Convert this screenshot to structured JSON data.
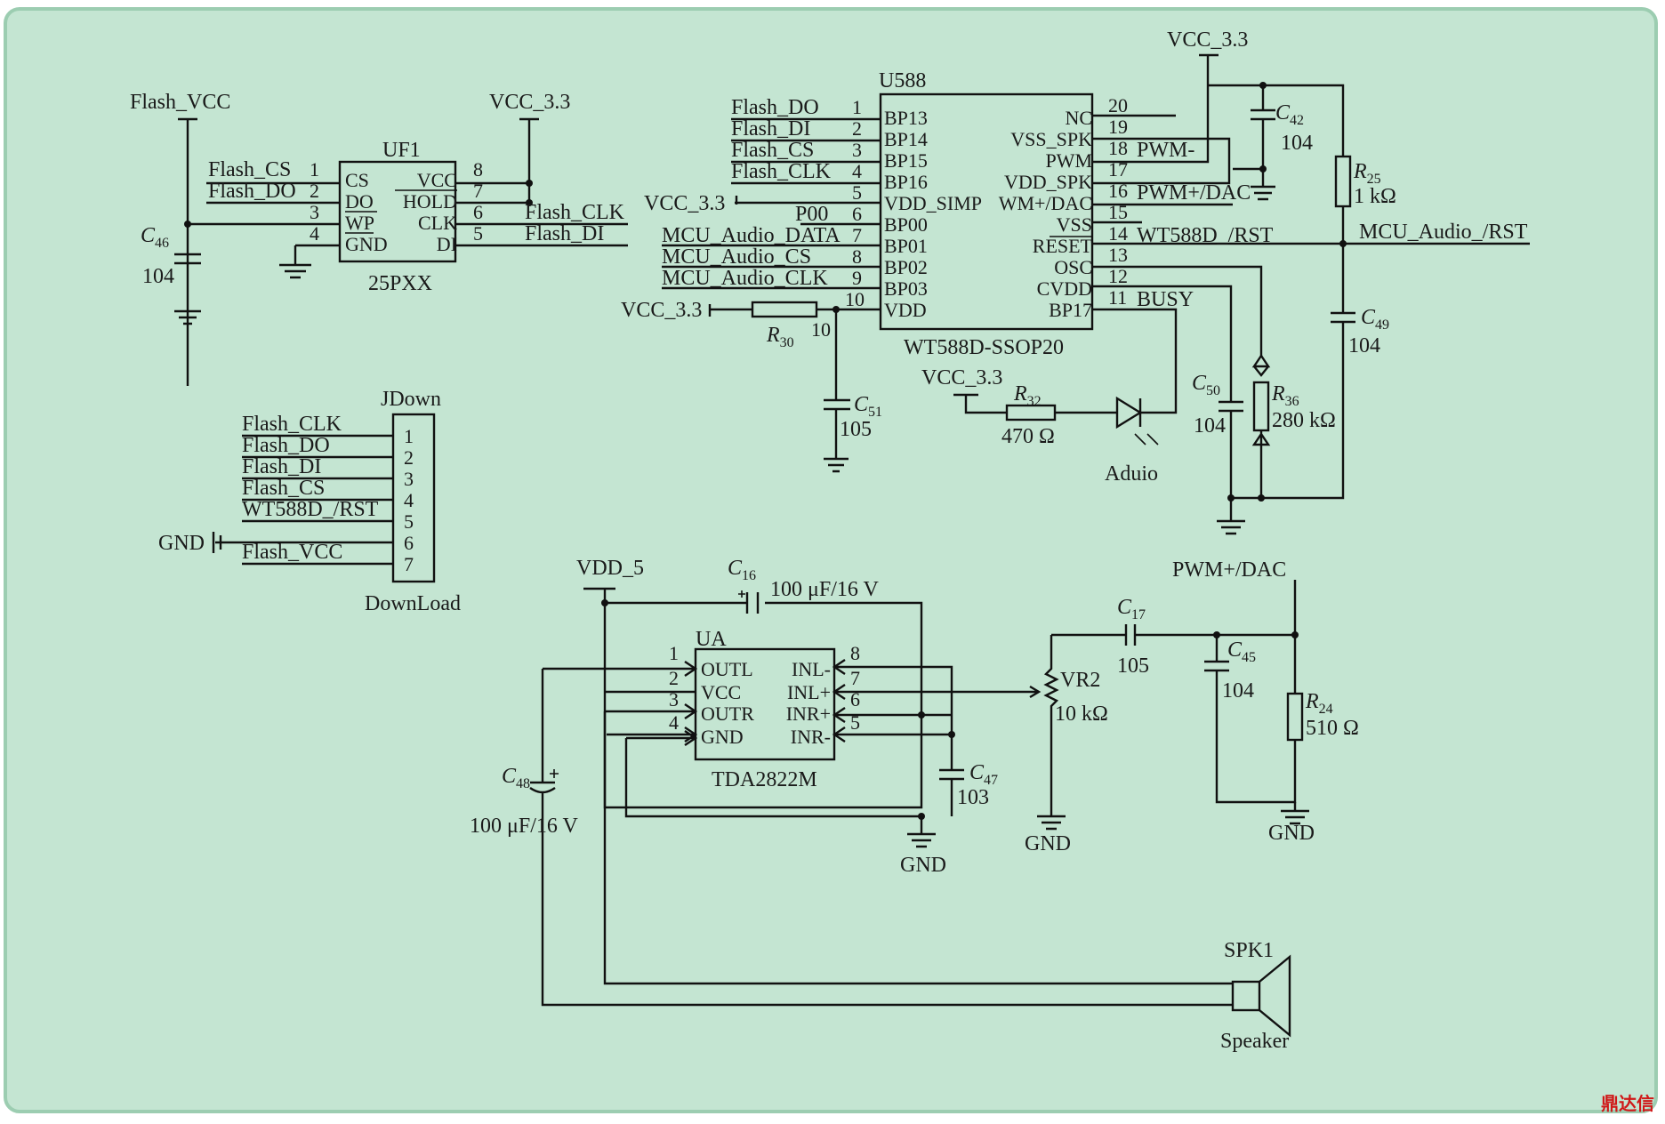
{
  "colors": {
    "background": "#c4e5d2",
    "border": "#9ccdb1",
    "ink": "#111111",
    "watermark": "#d01818"
  },
  "labels": {
    "flash_vcc": "Flash_VCC",
    "vcc33": "VCC_3.3",
    "vdd5": "VDD_5",
    "gnd": "GND",
    "pwm_dac_net": "PWM+/DAC",
    "mcu_rst": "MCU_Audio_/RST",
    "aduio": "Aduio",
    "speaker": "Speaker"
  },
  "uf1": {
    "ref": "UF1",
    "part": "25PXX",
    "left_nets": [
      "Flash_CS",
      "Flash_DO",
      "",
      ""
    ],
    "left_nums": [
      "1",
      "2",
      "3",
      "4"
    ],
    "left_pins": [
      "CS",
      "DO",
      "WP",
      "GND"
    ],
    "right_pins": [
      "VCC",
      "HOLD",
      "CLK",
      "DI"
    ],
    "right_nums": [
      "8",
      "7",
      "6",
      "5"
    ],
    "right_nets": [
      "",
      "",
      "Flash_CLK",
      "Flash_DI"
    ]
  },
  "u588": {
    "ref": "U588",
    "part": "WT588D-SSOP20",
    "left_nets": [
      "Flash_DO",
      "Flash_DI",
      "Flash_CS",
      "Flash_CLK",
      "VCC_3.3",
      "P00",
      "MCU_Audio_DATA",
      "MCU_Audio_CS",
      "MCU_Audio_CLK",
      "VCC_3.3"
    ],
    "left_nums": [
      "1",
      "2",
      "3",
      "4",
      "5",
      "6",
      "7",
      "8",
      "9",
      "10"
    ],
    "left_pins": [
      "BP13",
      "BP14",
      "BP15",
      "BP16",
      "VDD_SIMP",
      "BP00",
      "BP01",
      "BP02",
      "BP03",
      "VDD"
    ],
    "right_pins": [
      "NC",
      "VSS_SPK",
      "PWM",
      "VDD_SPK",
      "WM+/DAC",
      "VSS",
      "RESET",
      "OSC",
      "CVDD",
      "BP17"
    ],
    "right_nums": [
      "20",
      "19",
      "18",
      "17",
      "16",
      "15",
      "14",
      "13",
      "12",
      "11"
    ],
    "right_nets": [
      "",
      "",
      "PWM-",
      "",
      "PWM+/DAC",
      "",
      "WT588D_/RST",
      "",
      "",
      "BUSY"
    ]
  },
  "jdown": {
    "ref": "JDown",
    "part": "DownLoad",
    "nets": [
      "Flash_CLK",
      "Flash_DO",
      "Flash_DI",
      "Flash_CS",
      "WT588D_/RST",
      "",
      "Flash_VCC"
    ],
    "nums": [
      "1",
      "2",
      "3",
      "4",
      "5",
      "6",
      "7"
    ]
  },
  "ua": {
    "ref": "UA",
    "part": "TDA2822M",
    "left_pins": [
      "OUTL",
      "VCC",
      "OUTR",
      "GND"
    ],
    "left_nums": [
      "1",
      "2",
      "3",
      "4"
    ],
    "right_pins": [
      "INL-",
      "INL+",
      "INR+",
      "INR-"
    ],
    "right_nums": [
      "8",
      "7",
      "6",
      "5"
    ]
  },
  "spk1": {
    "ref": "SPK1"
  },
  "vr2": {
    "ref": "VR2",
    "value": "10 kΩ"
  },
  "components": {
    "c46": {
      "letter": "C",
      "sub": "46",
      "value": "104"
    },
    "c42": {
      "letter": "C",
      "sub": "42",
      "value": "104"
    },
    "r25": {
      "letter": "R",
      "sub": "25",
      "value": "1 kΩ"
    },
    "c49": {
      "letter": "C",
      "sub": "49",
      "value": "104"
    },
    "r30": {
      "letter": "R",
      "sub": "30",
      "value": ""
    },
    "c51": {
      "letter": "C",
      "sub": "51",
      "value": "105"
    },
    "r32": {
      "letter": "R",
      "sub": "32",
      "value": "470 Ω"
    },
    "c50": {
      "letter": "C",
      "sub": "50",
      "value": "104"
    },
    "r36": {
      "letter": "R",
      "sub": "36",
      "value": "280 kΩ"
    },
    "c16": {
      "letter": "C",
      "sub": "16",
      "value": "100 μF/16 V"
    },
    "c17": {
      "letter": "C",
      "sub": "17",
      "value": "105"
    },
    "c45": {
      "letter": "C",
      "sub": "45",
      "value": "104"
    },
    "r24": {
      "letter": "R",
      "sub": "24",
      "value": "510 Ω"
    },
    "c47": {
      "letter": "C",
      "sub": "47",
      "value": "103"
    },
    "c48": {
      "letter": "C",
      "sub": "48",
      "value": "100 μF/16 V"
    }
  },
  "misc": {
    "node10": "10"
  },
  "watermark": "鼎达信"
}
